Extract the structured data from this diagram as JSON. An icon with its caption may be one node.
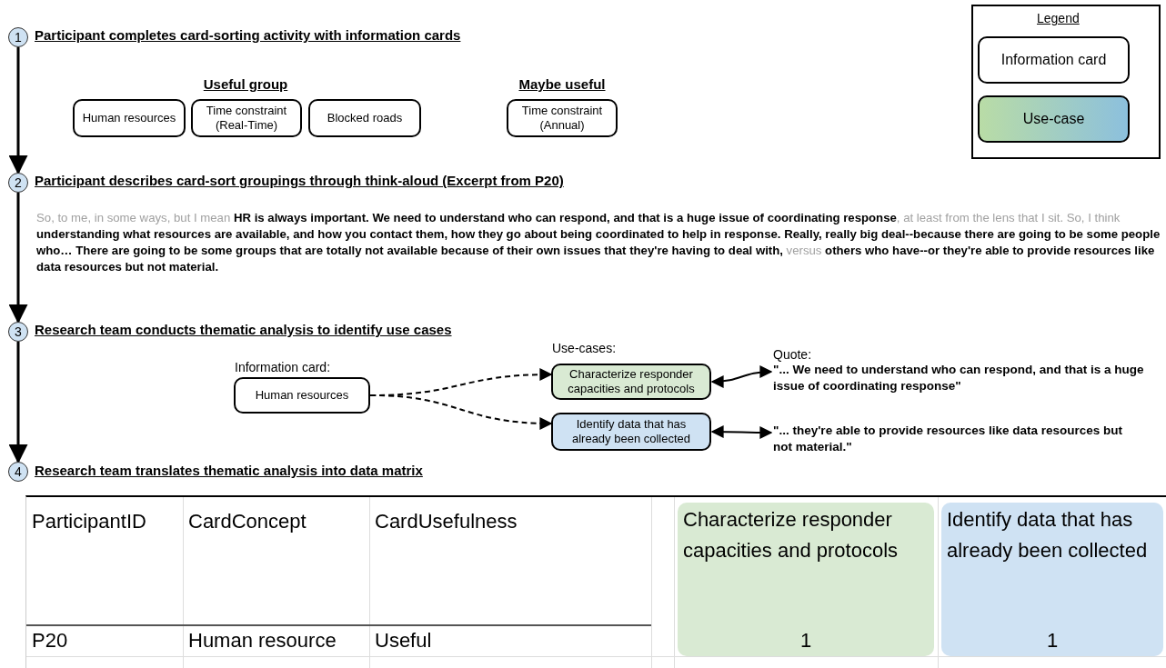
{
  "diagram": {
    "nodes": [
      {
        "text": [
          "1"
        ],
        "beside": [
          "Participant completes card-sorting activity with information cards"
        ]
      },
      {
        "text": [
          "Human resources"
        ]
      },
      {
        "text": [
          "Time constraint (Real-Time)"
        ]
      },
      {
        "text": [
          "Blocked roads"
        ]
      },
      {
        "text": [
          "Time constraint (Annual)"
        ]
      },
      {
        "text": [
          "2"
        ],
        "beside": [
          "Participant describes card-sort groupings through think-aloud (Excerpt from P20)"
        ]
      },
      {
        "text": [
          "3"
        ],
        "beside": [
          "Research team conducts thematic analysis to identify use cases"
        ]
      },
      {
        "text": [
          "Human resources"
        ],
        "beside": [
          "Information card:"
        ]
      },
      {
        "text": [
          "Characterize responder capacities and protocols"
        ]
      },
      {
        "text": [
          "Identify data that has already been collected"
        ]
      },
      {
        "text": [
          "\"... We need to understand who can respond, and that is a huge issue of coordinating response\""
        ]
      },
      {
        "text": [
          "\"... they're able to provide resources like data resources but not material.\""
        ]
      },
      {
        "text": [
          "4"
        ],
        "beside": [
          "Research team translates thematic analysis into data matrix"
        ]
      }
    ],
    "edges": [
      {
        "from": 0,
        "to": 5,
        "arrow": "to"
      },
      {
        "from": 5,
        "to": 6,
        "arrow": "to"
      },
      {
        "from": 6,
        "to": 12,
        "arrow": "to"
      },
      {
        "from": 7,
        "to": 8,
        "arrow": "to",
        "style": "dashed"
      },
      {
        "from": 7,
        "to": 9,
        "arrow": "to",
        "style": "dashed"
      },
      {
        "from": 8,
        "to": 10,
        "arrow": "both"
      },
      {
        "from": 9,
        "to": 11,
        "arrow": "both"
      }
    ],
    "labels": [
      "Legend",
      "Useful group",
      "Maybe useful",
      "So, to me, in some ways, but I mean **HR is always important. We need to understand who can respond, and that is a huge issue of coordinating response**, at least from the lens that I sit. So, I think **understanding what resources are available, and how you contact them, how they go about being coordinated to help in response. Really, really big deal--because there are going to be some people who… There are going to be some groups that are totally not available because of their own issues that they're having to deal with,** versus **others who have--or they're able to provide resources like data resources but not material.**",
      "Use-cases:",
      "Quote:",
      "ParticipantID",
      "CardConcept",
      "CardUsefulness",
      "Characterize responder capacities and protocols",
      "Identify data that has already been collected",
      "P20",
      "Human resource",
      "Useful",
      "1",
      "1"
    ],
    "legend": [
      {
        "text": "Information card"
      },
      {
        "text": "Use-case"
      }
    ]
  }
}
